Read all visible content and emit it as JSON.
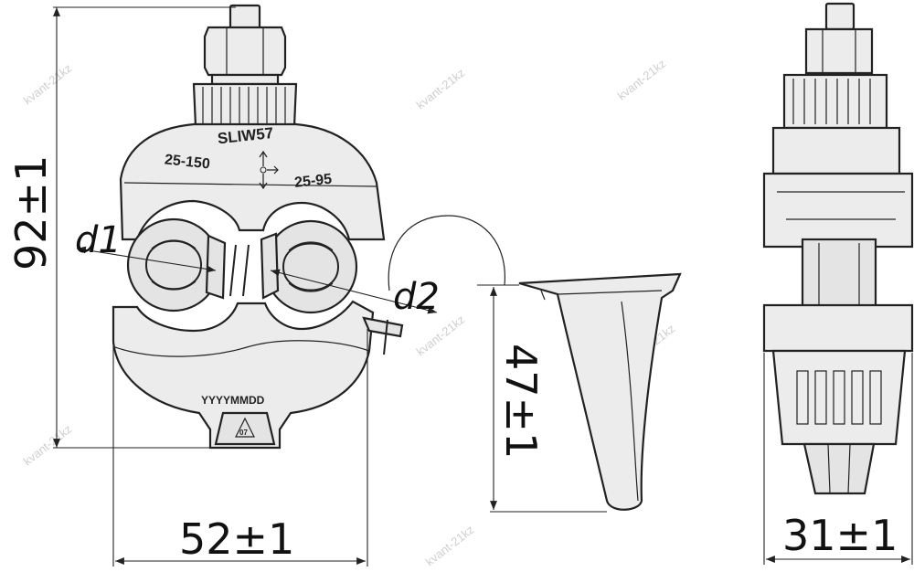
{
  "model": "SLIW57",
  "range_main": "25-150",
  "range_branch": "25-95",
  "date_code": "YYYYMMDD",
  "recycle_code": "07",
  "labels": {
    "d1": "d1",
    "d2": "d2"
  },
  "dimensions": {
    "height": "92±1",
    "width": "52±1",
    "cap_height": "47±1",
    "side_width": "31±1"
  },
  "watermark": "kvant-21kz",
  "colors": {
    "line": "#222222",
    "fill": "#ececec"
  }
}
